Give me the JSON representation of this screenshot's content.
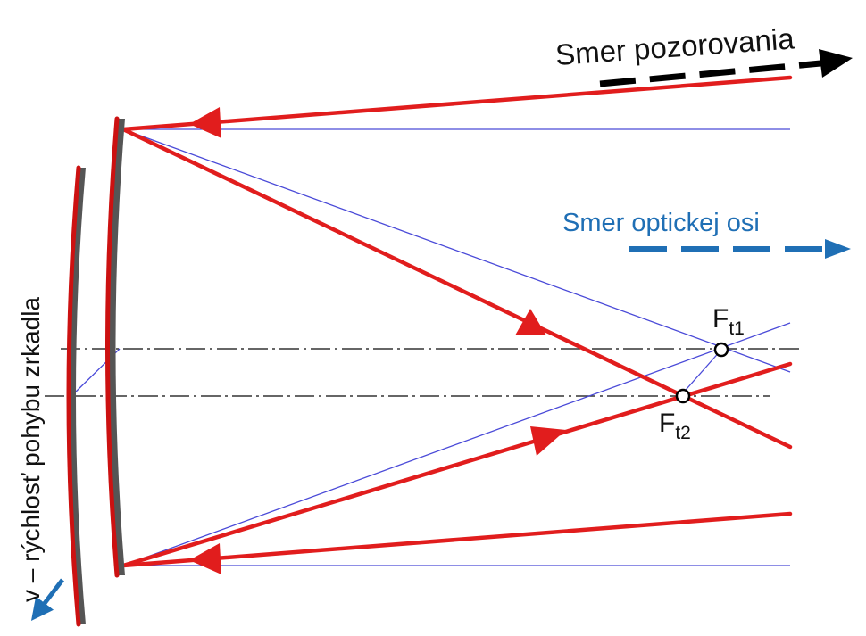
{
  "labels": {
    "observation_direction": "Smer pozorovania",
    "optical_axis_direction": "Smer optickej osi",
    "focus1_main": "F",
    "focus1_sub": "t1",
    "focus2_main": "F",
    "focus2_sub": "t2",
    "mirror_speed": "v – rýchlosť pohybu zrkadla"
  },
  "colors": {
    "ray": "#e11d1d",
    "thin_ray": "#4a4ad8",
    "axis_arrow": "#1f6fb5",
    "observation_arrow": "#000000",
    "mirror_body": "#555555",
    "mirror_edge": "#cc1111",
    "reference_line": "#333333"
  }
}
